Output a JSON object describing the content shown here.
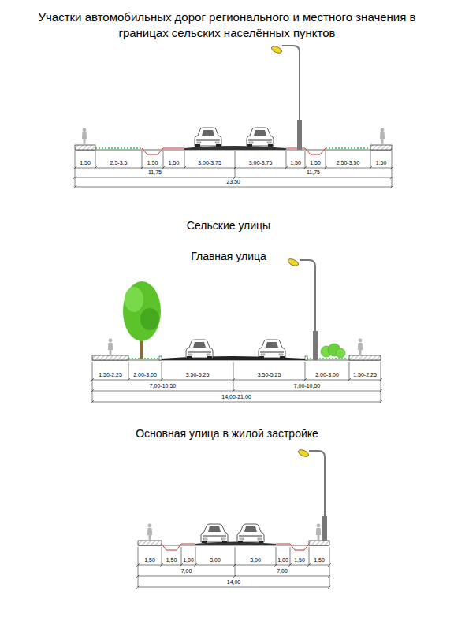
{
  "diagram": {
    "title": "Участки автомобильных дорог регионального и местного значения в границах сельских населённых пунктов",
    "labels": [
      "1,50",
      "2,5-3,5",
      "1,50",
      "1,50",
      "3,00-3,75",
      "3,00-3,75",
      "1,50",
      "1,50",
      "2,50-3,50",
      "1,50",
      "11,75",
      "11,75",
      "23,50",
      "Сельские улицы",
      "Главная улица",
      "1,50-2,25",
      "2,00-3,00",
      "3,50-5,25",
      "3,50-5,25",
      "2,00-3,00",
      "1,50-2,25",
      "7,00-10,50",
      "7,00-10,50",
      "14,00-21,00",
      "Основная улица в жилой застройке",
      "1,50",
      "1,50",
      "1,00",
      "3,00",
      "3,00",
      "1,00",
      "1,50",
      "1,50",
      "7,00",
      "7,00",
      "14,00"
    ]
  }
}
